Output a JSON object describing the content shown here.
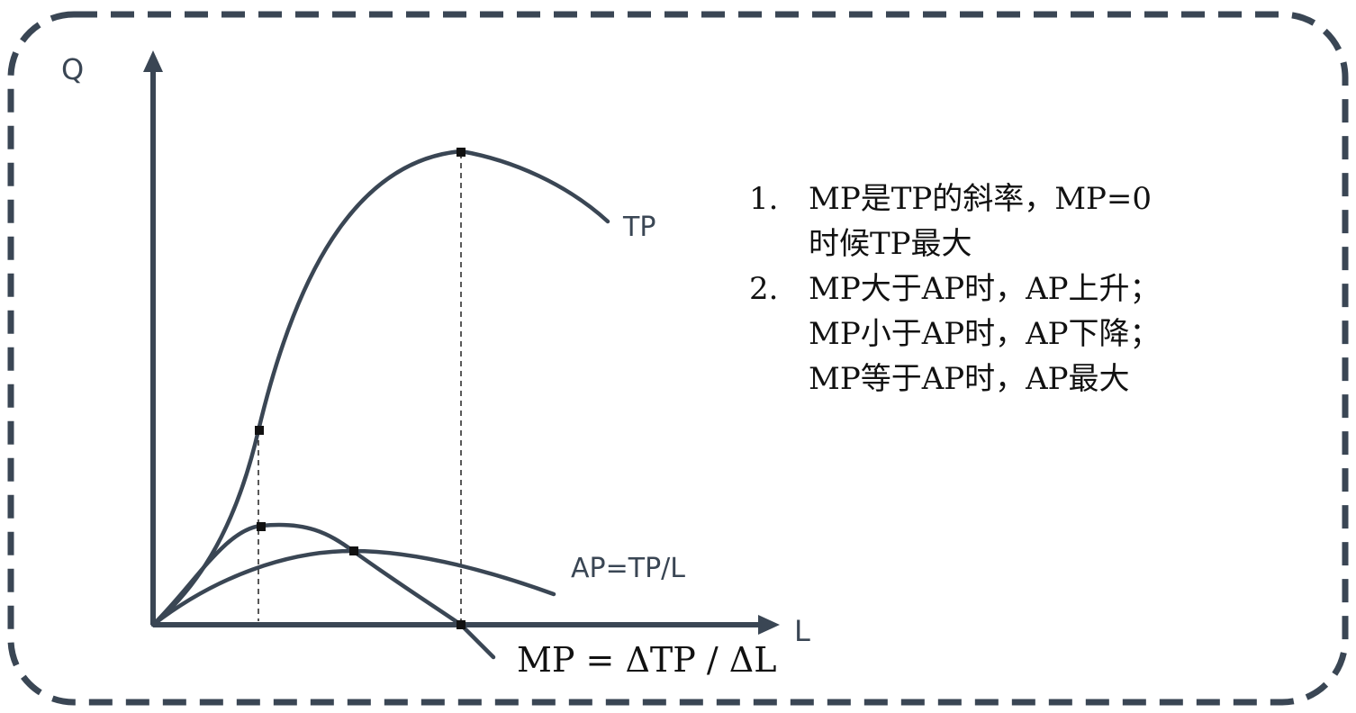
{
  "diagram": {
    "axis_labels": {
      "y": "Q",
      "x": "L"
    },
    "curve_labels": {
      "tp": "TP",
      "ap": "AP=TP/L",
      "mp": "MP = ΔTP / ΔL"
    },
    "notes": [
      {
        "number": "1.",
        "lines": [
          "MP是TP的斜率，MP=0",
          "时候TP最大"
        ]
      },
      {
        "number": "2.",
        "lines": [
          "MP大于AP时，AP上升；",
          "MP小于AP时，AP下降；",
          "MP等于AP时，AP最大"
        ]
      }
    ],
    "colors": {
      "border": "#3a4654",
      "axis": "#3a4654",
      "curve": "#3a4654",
      "label": "#3a4654",
      "note_text": "#111111"
    }
  }
}
